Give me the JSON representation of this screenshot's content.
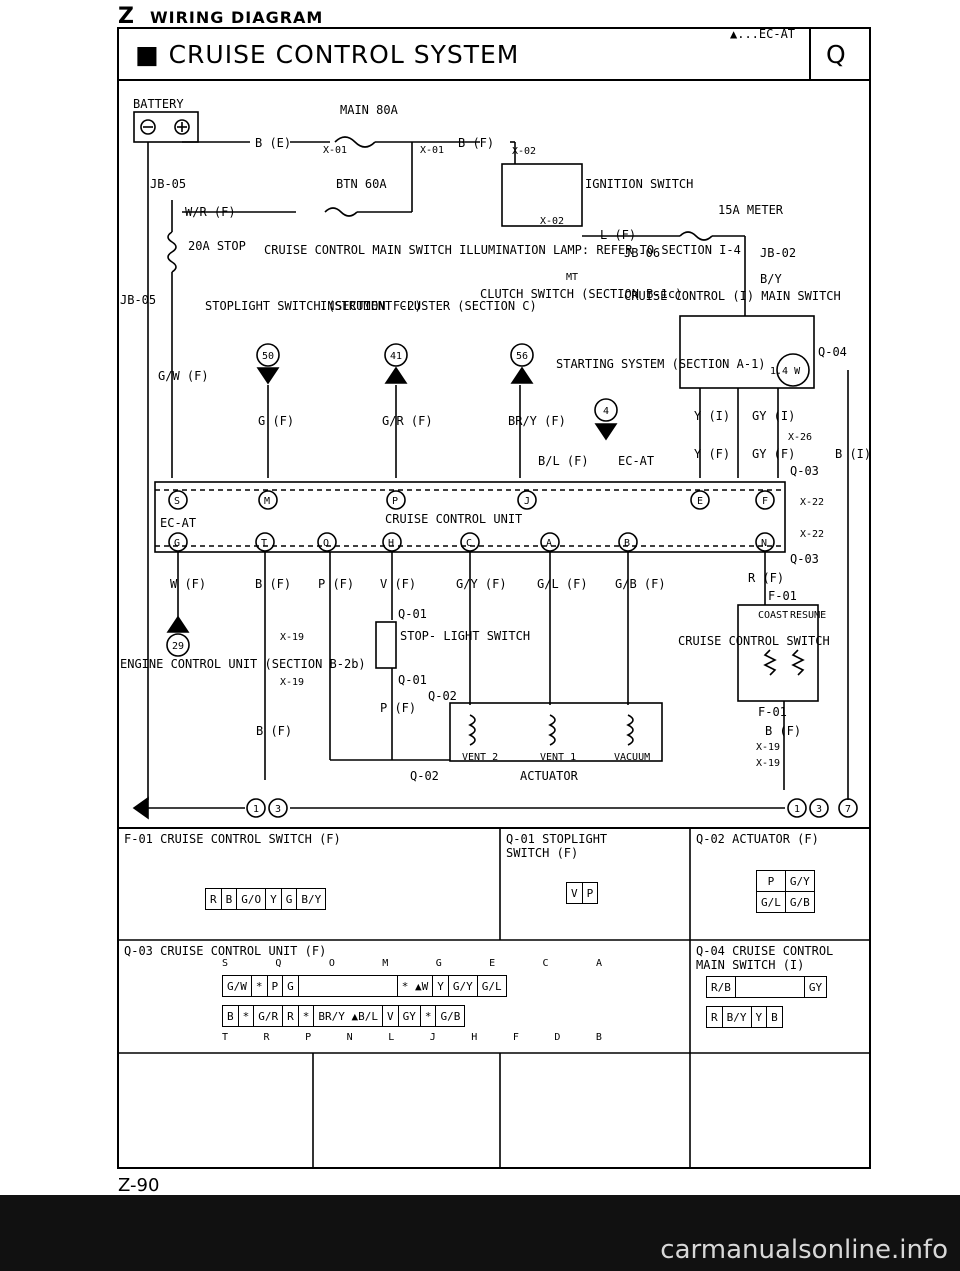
{
  "header": {
    "z": "Z",
    "label": "WIRING DIAGRAM"
  },
  "title": "■ CRUISE CONTROL SYSTEM",
  "code_tag": "▲...EC-AT",
  "section_letter": "Q",
  "footer": {
    "page": "Z-90",
    "watermark": "carmanualsonline.info"
  },
  "diagram": {
    "battery": "BATTERY",
    "main_fuse": "MAIN 80A",
    "btn_fuse": "BTN 60A",
    "b_e": "B (E)",
    "b_f": "B (F)",
    "wr_f": "W/R (F)",
    "jb05": "JB-05",
    "jb05_b": "JB-05",
    "stop_fuse": "20A STOP",
    "ignition": "IGNITION SWITCH",
    "meter_fuse": "15A METER",
    "jb06": "JB-06",
    "jb02": "JB-02",
    "illum_note": "CRUISE CONTROL MAIN SWITCH ILLUMINATION LAMP: REFER TO SECTION I-4",
    "stoplight_sw": "STOPLIGHT SWITCH (SECTION F-2)",
    "instr_cluster": "INSTRUMENT CLUSTER (SECTION C)",
    "clutch_sw": "CLUTCH SWITCH (SECTION B-1c)",
    "mt": "MT",
    "main_sw": "CRUISE CONTROL (I) MAIN SWITCH",
    "starting": "STARTING SYSTEM (SECTION A-1)",
    "ec_at": "EC-AT",
    "unit_label": "CRUISE CONTROL UNIT",
    "ecu_label": "ENGINE CONTROL UNIT (SECTION B-2b)",
    "stoplight_sw2": "STOP- LIGHT SWITCH",
    "ccs": "CRUISE CONTROL SWITCH",
    "coast": "COAST",
    "resume": "RESUME",
    "actuator": "ACTUATOR",
    "vent2": "VENT 2",
    "vent1": "VENT 1",
    "vacuum": "VACUUM",
    "q01": "Q-01",
    "q02": "Q-02",
    "q03": "Q-03",
    "q04": "Q-04",
    "x01": "X-01",
    "x02": "X-02",
    "x19": "X-19",
    "x22": "X-22",
    "x26": "X-26",
    "f01": "F-01",
    "c50": "50",
    "c41": "41",
    "c56": "56",
    "c4": "4",
    "c29": "29",
    "c1": "1",
    "c3": "3",
    "c7": "7",
    "c14w": "1.4 W",
    "unit_top_pins": [
      "S",
      "M",
      "P",
      "J",
      "E",
      "F"
    ],
    "unit_bottom_pins": [
      "G",
      "T",
      "O",
      "H",
      "C",
      "A",
      "B",
      "N"
    ],
    "wire_gw": "G/W (F)",
    "wire_g": "G (F)",
    "wire_gr": "G/R (F)",
    "wire_bry": "BR/Y (F)",
    "wire_bl": "B/L (F)",
    "wire_by": "B/Y",
    "wire_l": "L (F)",
    "wire_y": "Y (I)",
    "wire_gy": "GY (I)",
    "wire_y2": "Y (F)",
    "wire_gy2": "GY (F)",
    "wire_bi": "B (I)",
    "wire_w": "W (F)",
    "wire_b": "B (F)",
    "wire_p": "P (F)",
    "wire_v": "V (F)",
    "wire_gy_": "G/Y (F)",
    "wire_gl": "G/L (F)",
    "wire_gb": "G/B (F)",
    "wire_rf": "R (F)",
    "wire_bf2": "B (F)",
    "wire_pf": "P (F)"
  },
  "connectors": {
    "f01": {
      "title": "F-01 CRUISE CONTROL SWITCH (F)",
      "pins": [
        "R",
        "B",
        "G/O",
        "Y",
        "G",
        "B/Y"
      ]
    },
    "q01": {
      "title": "Q-01 STOPLIGHT SWITCH (F)",
      "pins": [
        "V",
        "P"
      ]
    },
    "q02": {
      "title": "Q-02 ACTUATOR (F)",
      "top": [
        "P",
        "G/Y"
      ],
      "bottom": [
        "G/L",
        "G/B"
      ]
    },
    "q03": {
      "title": "Q-03 CRUISE CONTROL UNIT (F)",
      "top_letters": [
        "S",
        "Q",
        "O",
        "M",
        "",
        "G",
        "E",
        "C",
        "A"
      ],
      "row1": [
        "G/W",
        "*",
        "P",
        "G",
        "",
        "* ▲W",
        "Y",
        "G/Y",
        "G/L"
      ],
      "row2": [
        "B",
        "*",
        "G/R",
        "R",
        "*",
        "BR/Y ▲B/L",
        "V",
        "GY",
        "*",
        "G/B"
      ],
      "bottom_letters": [
        "T",
        "R",
        "P",
        "N",
        "L",
        "J",
        "H",
        "F",
        "D",
        "B"
      ]
    },
    "q04": {
      "title": "Q-04 CRUISE CONTROL MAIN SWITCH (I)",
      "row1": [
        "R/B",
        "",
        "GY"
      ],
      "row2": [
        "R",
        "B/Y",
        "Y",
        "B"
      ]
    }
  }
}
